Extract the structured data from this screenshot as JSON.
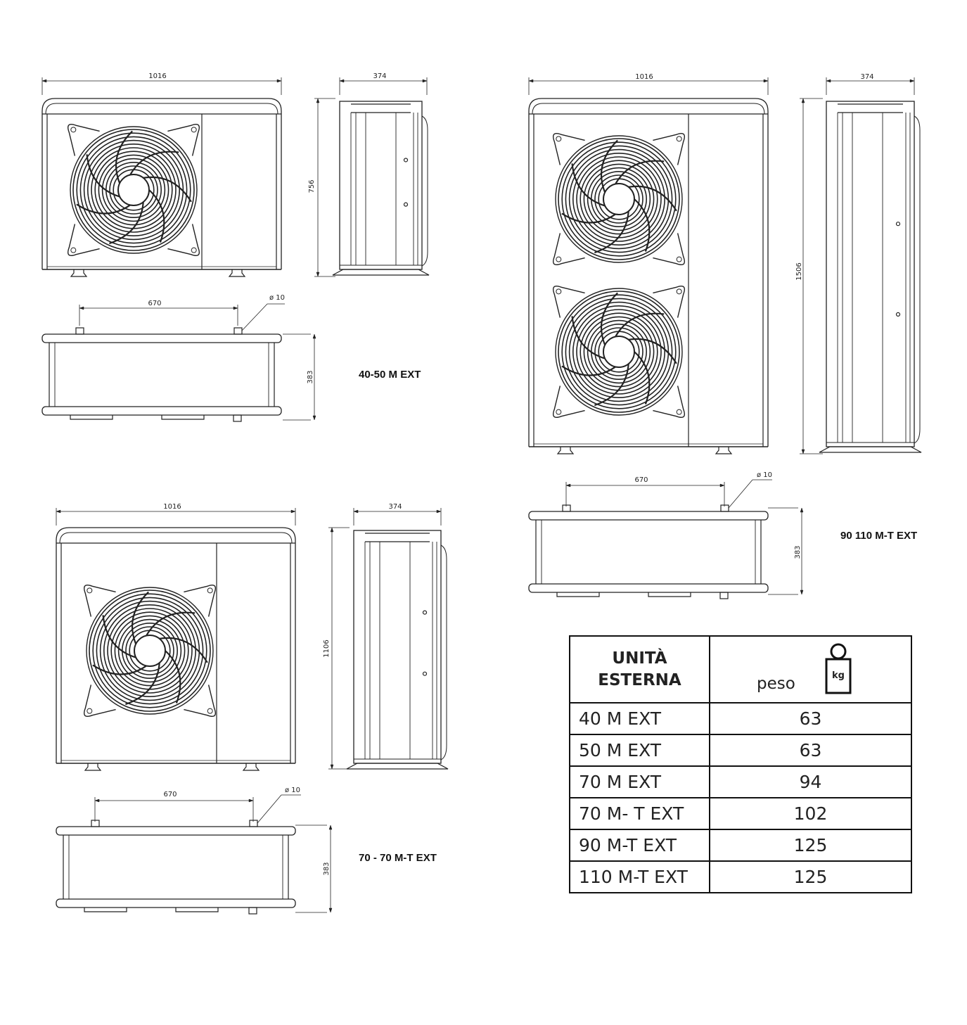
{
  "units": [
    {
      "id": "40-50",
      "label": "40-50 M EXT",
      "width": "1016",
      "depth": "374",
      "height": "756",
      "top_spacing": "670",
      "pipe": "ø 10",
      "top_depth": "383"
    },
    {
      "id": "70",
      "label": "70 - 70 M-T EXT",
      "width": "1016",
      "depth": "374",
      "height": "1106",
      "top_spacing": "670",
      "pipe": "ø 10",
      "top_depth": "383"
    },
    {
      "id": "90-110",
      "label": "90 110 M-T EXT",
      "width": "1016",
      "depth": "374",
      "height": "1506",
      "top_spacing": "670",
      "pipe": "ø 10",
      "top_depth": "383"
    }
  ],
  "table": {
    "header_unit": "UNITÀ ESTERNA",
    "header_unit_line1": "UNITÀ",
    "header_unit_line2": "ESTERNA",
    "header_weight": "peso",
    "weight_icon": "kg-weight-icon",
    "weight_icon_text": "kg",
    "rows": [
      {
        "model": "40 M EXT",
        "weight": "63"
      },
      {
        "model": "50 M EXT",
        "weight": "63"
      },
      {
        "model": "70 M EXT",
        "weight": "94"
      },
      {
        "model": "70 M- T EXT",
        "weight": "102"
      },
      {
        "model": "90 M-T EXT",
        "weight": "125"
      },
      {
        "model": "110 M-T EXT",
        "weight": "125"
      }
    ]
  }
}
